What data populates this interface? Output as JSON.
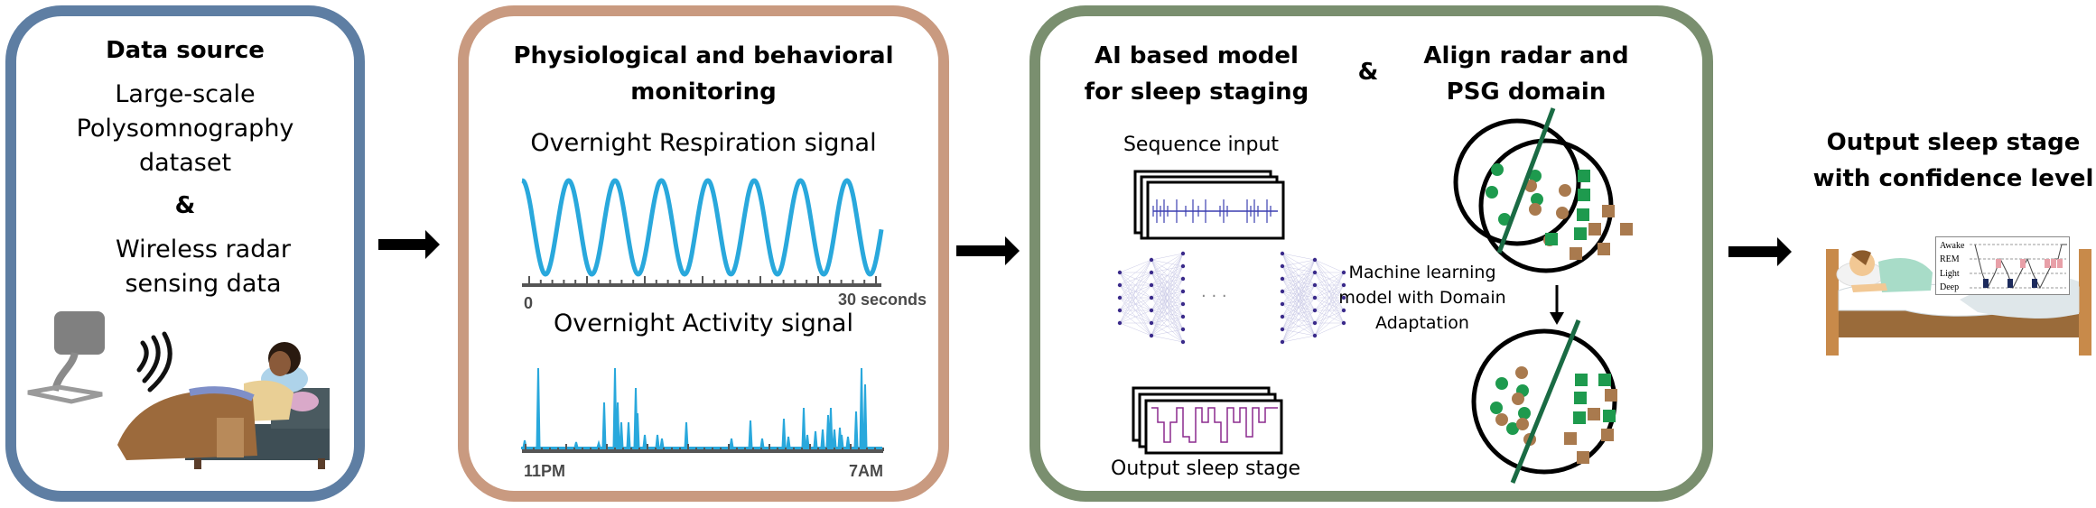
{
  "panels": {
    "data_source": {
      "title": "Data source",
      "line1": "Large-scale",
      "line2": "Polysomnography",
      "line3": "dataset",
      "amp": "&",
      "line4": "Wireless radar",
      "line5": "sensing data",
      "border_color": "#5e7ea3"
    },
    "monitoring": {
      "title_line1": "Physiological and behavioral",
      "title_line2": "monitoring",
      "respiration_title": "Overnight Respiration signal",
      "respiration_start": "0",
      "respiration_end": "30 seconds",
      "activity_title": "Overnight Activity signal",
      "activity_start": "11PM",
      "activity_end": "7AM",
      "border_color": "#c99a80",
      "signal_color": "#29a8dc"
    },
    "model": {
      "title_line1": "AI based model",
      "title_line2": "for sleep staging",
      "amp": "&",
      "align_line1": "Align radar and",
      "align_line2": "PSG domain",
      "sequence_input": "Sequence input",
      "output_stage": "Output sleep stage",
      "ml_line1": "Machine learning",
      "ml_line2": "model with Domain",
      "ml_line3": "Adaptation",
      "ellipsis": "· · ·",
      "border_color": "#7a8f6f"
    },
    "output": {
      "title_line1": "Output sleep stage",
      "title_line2": "with confidence level",
      "hypnogram_labels": [
        "Awake",
        "REM",
        "Light",
        "Deep"
      ]
    }
  },
  "colors": {
    "class_green": "#1e9a4e",
    "class_brown": "#a97a4e",
    "separator": "#1a6b44",
    "rem": "#e8a0a8",
    "deep": "#1c2a5c"
  }
}
